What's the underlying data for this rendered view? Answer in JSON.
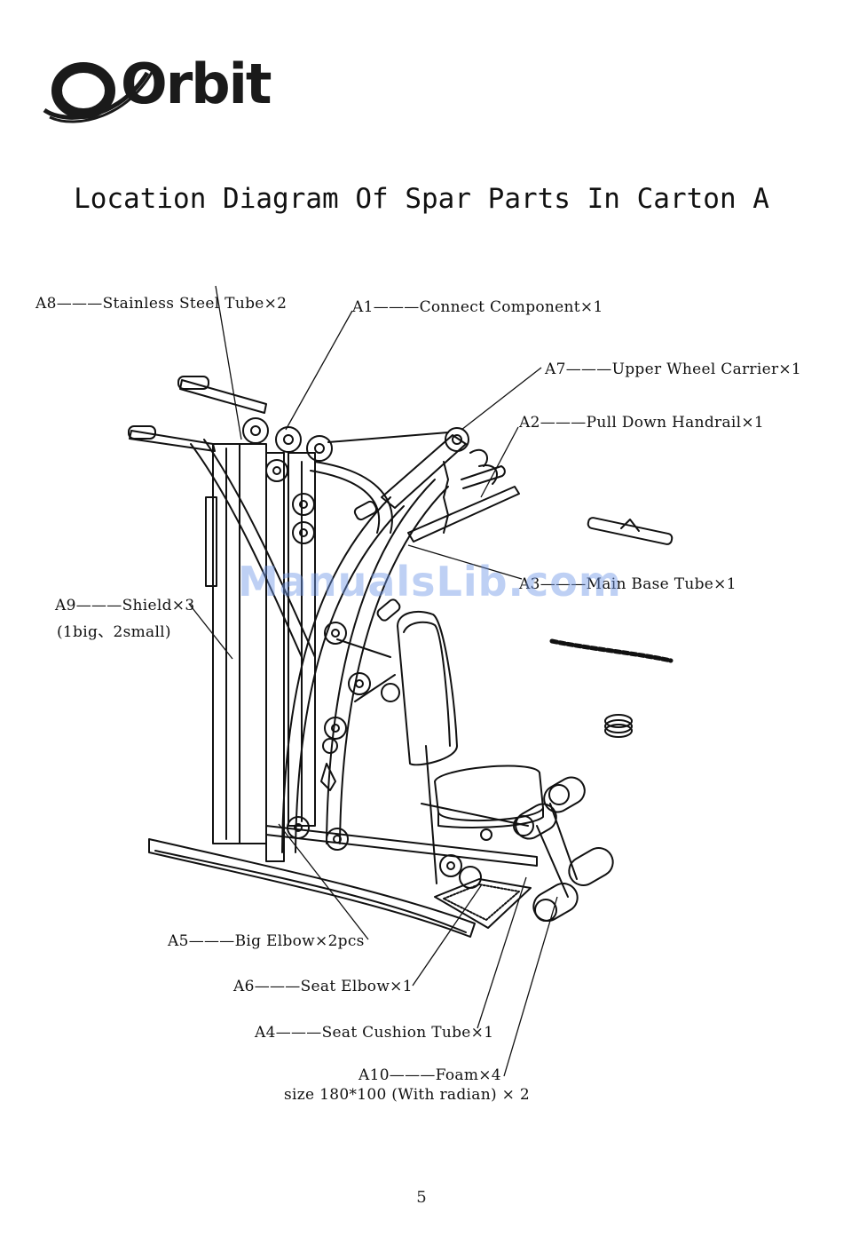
{
  "brand": {
    "name": "Orbit"
  },
  "title": "Location Diagram Of Spar Parts In Carton A",
  "labels": {
    "a8": "A8———Stainless Steel Tube×2",
    "a1": "A1———Connect Component×1",
    "a7": "A7———Upper Wheel Carrier×1",
    "a2": "A2———Pull Down Handrail×1",
    "a3": "A3———Main Base Tube×1",
    "a9_line1": "A9———Shield×3",
    "a9_line2": "(1big、2small)",
    "a5": "A5———Big Elbow×2pcs",
    "a6": "A6———Seat Elbow×1",
    "a4": "A4———Seat Cushion Tube×1",
    "a10_line1": "A10———Foam×4",
    "a10_line2": "size 180*100 (With radian) × 2"
  },
  "watermark": "ManualsLib.com",
  "page_number": "5"
}
